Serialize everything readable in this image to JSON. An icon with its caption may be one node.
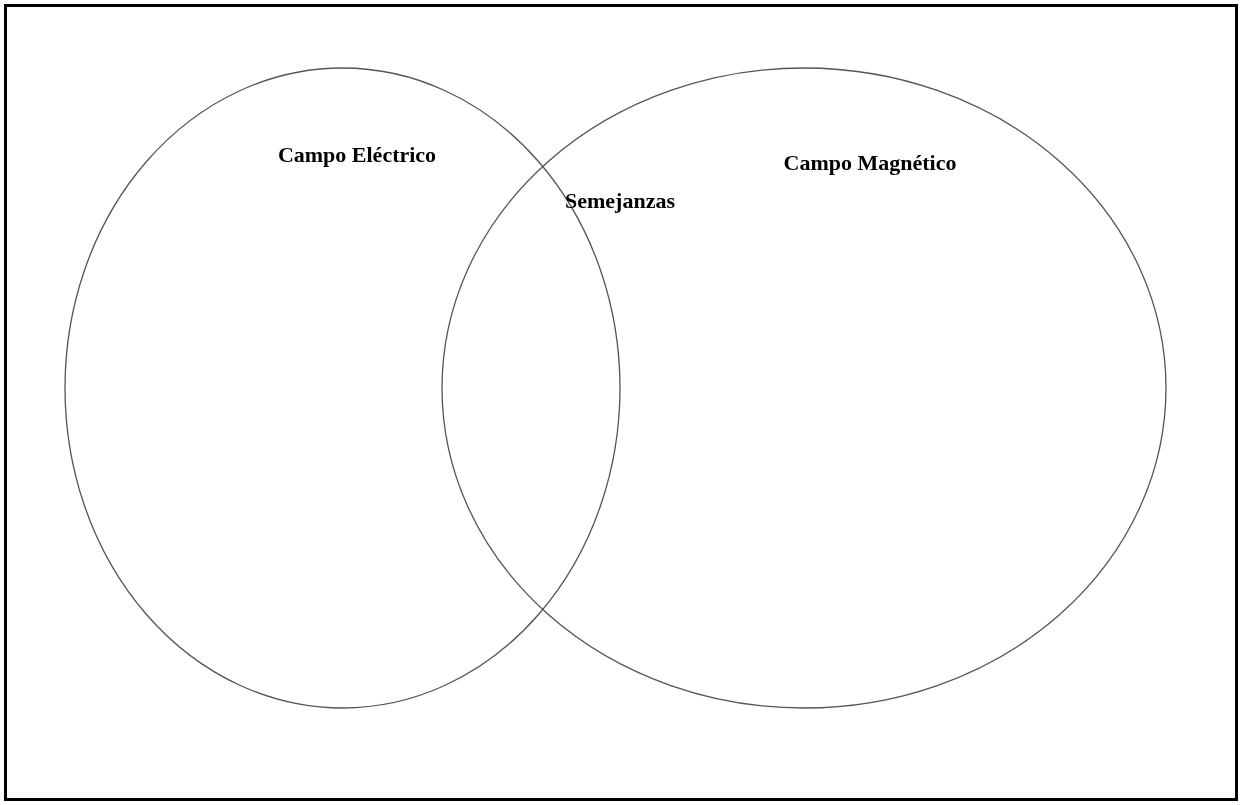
{
  "diagram": {
    "nodes": [
      {
        "text": [
          "Campo Eléctrico"
        ]
      },
      {
        "text": [
          "Campo Magnético"
        ]
      }
    ],
    "edges": [],
    "labels": [
      "Semejanzas"
    ]
  }
}
